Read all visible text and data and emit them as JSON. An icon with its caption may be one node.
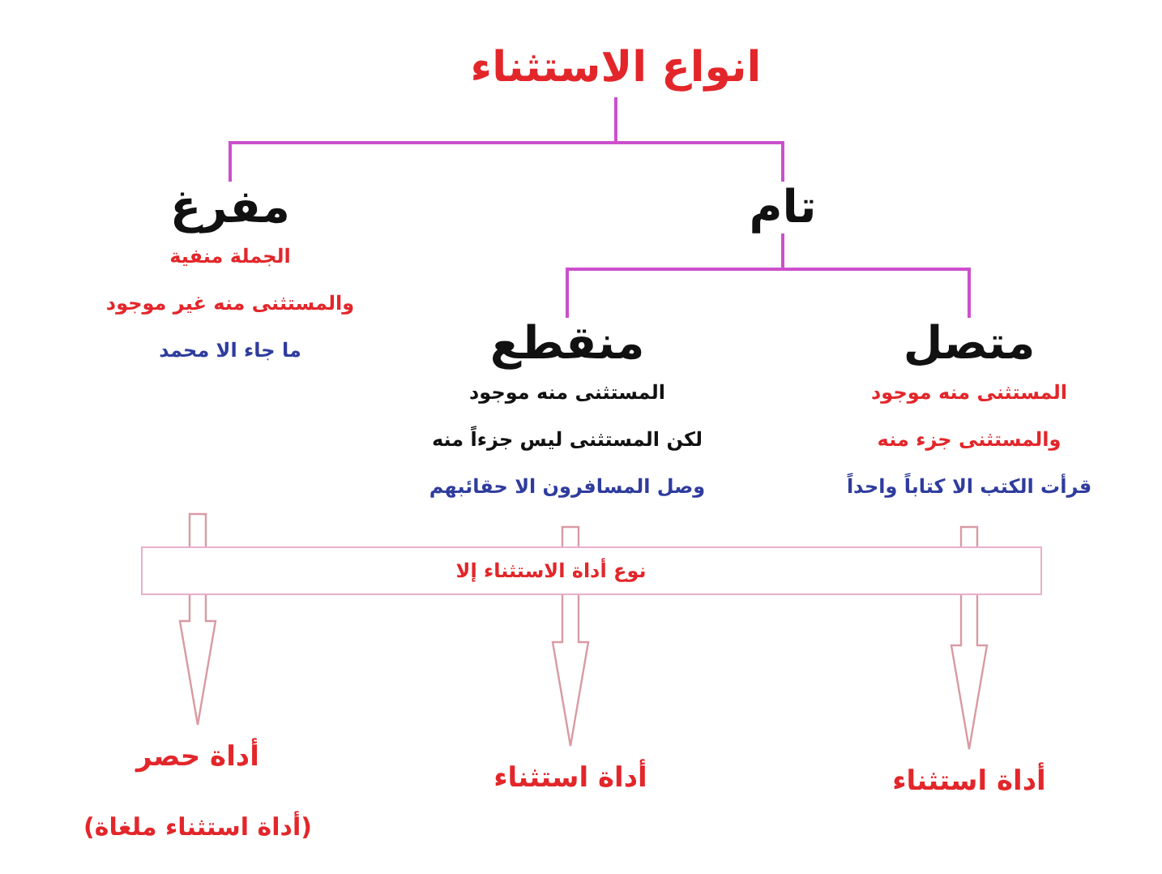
{
  "diagram": {
    "nodes": [
      {
        "text": [
          "انواع الاستثناء"
        ]
      },
      {
        "text": [
          "مفرغ",
          "الجملة منفية",
          "والمستثنى منه غير موجود",
          "ما جاء الا محمد"
        ]
      },
      {
        "text": [
          "تام"
        ]
      },
      {
        "text": [
          "منقطع",
          "المستثنى منه موجود",
          "لكن المستثنى ليس جزءاً منه",
          "وصل المسافرون الا حقائبهم"
        ]
      },
      {
        "text": [
          "متصل",
          "المستثنى منه موجود",
          "والمستثنى جزء منه",
          "قرأت الكتب الا كتاباً واحداً"
        ]
      },
      {
        "text": [
          "نوع أداة الاستثناء إلا"
        ]
      },
      {
        "text": [
          "أداة حصر",
          "(أداة استثناء ملغاة)"
        ]
      },
      {
        "text": [
          "أداة استثناء"
        ]
      },
      {
        "text": [
          "أداة استثناء"
        ]
      }
    ],
    "edges": [
      {
        "from": 0,
        "to": 1,
        "arrow": "none"
      },
      {
        "from": 0,
        "to": 2,
        "arrow": "none"
      },
      {
        "from": 2,
        "to": 3,
        "arrow": "none"
      },
      {
        "from": 2,
        "to": 4,
        "arrow": "none"
      },
      {
        "from": 1,
        "to": 6,
        "arrow": "to",
        "color": "#d99aa3"
      },
      {
        "from": 3,
        "to": 7,
        "arrow": "to",
        "color": "#d99aa3"
      },
      {
        "from": 4,
        "to": 8,
        "arrow": "to",
        "color": "#d99aa3"
      }
    ]
  }
}
